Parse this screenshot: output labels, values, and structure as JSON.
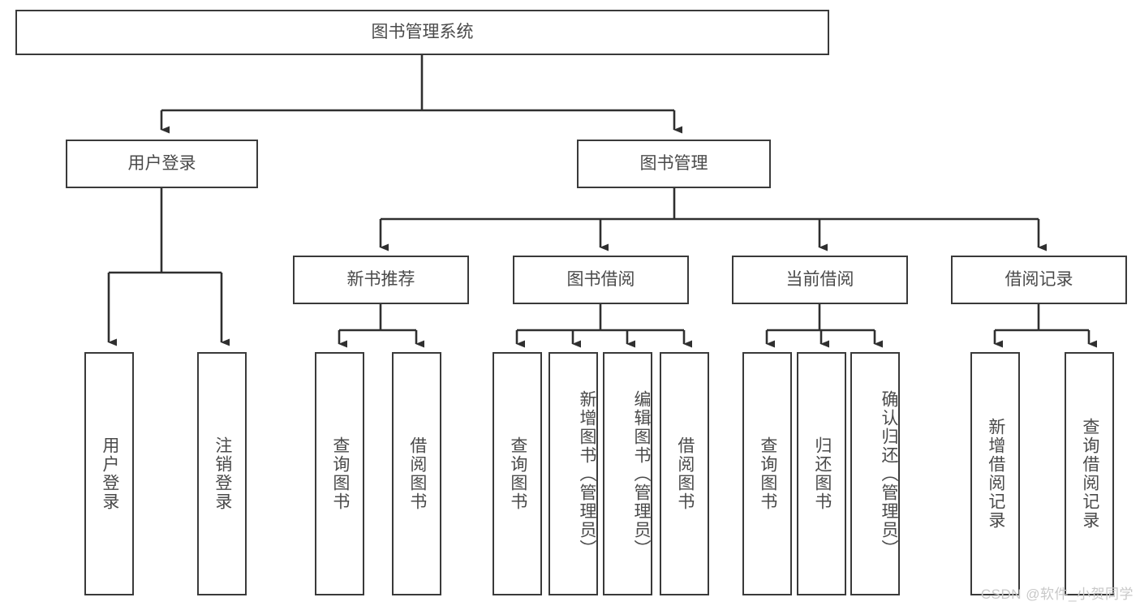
{
  "diagram": {
    "title": "图书管理系统",
    "type": "tree-hierarchy",
    "watermark": "CSDN @软件_小贺同学",
    "colors": {
      "background": "#ffffff",
      "border": "#3a3a3a",
      "text": "#4a4a4a",
      "edge": "#2f2f2f",
      "watermark": "#c8c8c8"
    },
    "root": {
      "label": "图书管理系统"
    },
    "level2": [
      {
        "label": "用户登录"
      },
      {
        "label": "图书管理"
      }
    ],
    "level3": [
      {
        "label": "新书推荐"
      },
      {
        "label": "图书借阅"
      },
      {
        "label": "当前借阅"
      },
      {
        "label": "借阅记录"
      }
    ],
    "leaves": {
      "user_login": [
        {
          "label": "用户登录"
        },
        {
          "label": "注销登录"
        }
      ],
      "new_book_recommend": [
        {
          "label": "查询图书"
        },
        {
          "label": "借阅图书"
        }
      ],
      "book_borrow": [
        {
          "label": "查询图书"
        },
        {
          "label": "新增图书（管理员）"
        },
        {
          "label": "编辑图书（管理员）"
        },
        {
          "label": "借阅图书"
        }
      ],
      "current_borrow": [
        {
          "label": "查询图书"
        },
        {
          "label": "归还图书"
        },
        {
          "label": "确认归还（管理员）"
        }
      ],
      "borrow_record": [
        {
          "label": "新增借阅记录"
        },
        {
          "label": "查询借阅记录"
        }
      ]
    }
  }
}
